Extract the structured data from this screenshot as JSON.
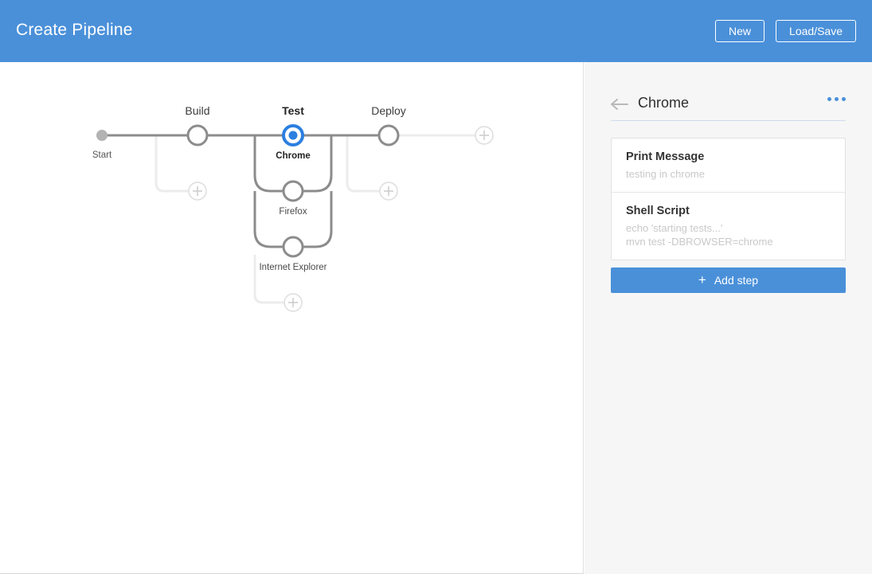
{
  "header": {
    "title": "Create Pipeline",
    "brand_color": "#4a90d9",
    "buttons": [
      {
        "label": "New",
        "name": "new-button"
      },
      {
        "label": "Load/Save",
        "name": "load-save-button"
      }
    ]
  },
  "canvas": {
    "start_label": "Start",
    "stages": [
      {
        "label": "Build",
        "selected": false
      },
      {
        "label": "Test",
        "selected": true
      },
      {
        "label": "Deploy",
        "selected": false
      }
    ],
    "nodes": [
      {
        "label": "Chrome",
        "stage": "Test",
        "selected": true
      },
      {
        "label": "Firefox",
        "stage": "Test",
        "selected": false
      },
      {
        "label": "Internet Explorer",
        "stage": "Test",
        "selected": false
      }
    ],
    "add_buttons": [
      {
        "name": "add-parallel-build-icon"
      },
      {
        "name": "add-parallel-test-icon"
      },
      {
        "name": "add-parallel-deploy-icon"
      },
      {
        "name": "add-stage-icon"
      }
    ],
    "colors": {
      "line": "#8c8c8c",
      "line_faded": "#ececec",
      "node_stroke": "#8c8c8c",
      "selected": "#2b7fe0",
      "start_dot": "#b3b3b3"
    }
  },
  "sidebar": {
    "back_icon": "back-arrow-icon",
    "title": "Chrome",
    "menu_icon": "kebab-menu-icon",
    "steps": [
      {
        "title": "Print Message",
        "detail": "testing in chrome"
      },
      {
        "title": "Shell Script",
        "detail": "echo 'starting tests...'\nmvn test -DBROWSER=chrome"
      }
    ],
    "add_step_label": "Add step",
    "add_step_plus": "+"
  }
}
